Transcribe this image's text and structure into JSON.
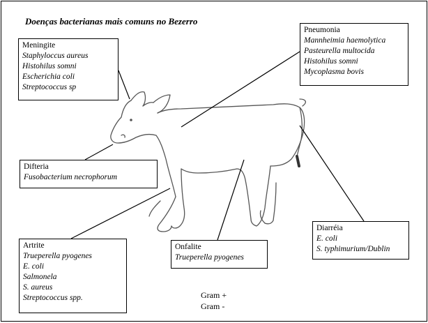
{
  "title": "Doenças bacterianas mais comuns no Bezerro",
  "boxes": {
    "meningite": {
      "label": "Meningite",
      "organisms": [
        "Staphyloccus aureus",
        "Histohilus somni",
        "Escherichia coli",
        "Streptococcus sp"
      ]
    },
    "pneumonia": {
      "label": "Pneumonia",
      "organisms": [
        "Mannheimia haemolytica",
        "Pasteurella multocida",
        "Histohilus somni",
        "Mycoplasma bovis"
      ]
    },
    "difteria": {
      "label": "Difteria",
      "organisms": [
        "Fusobacterium necrophorum"
      ]
    },
    "artrite": {
      "label": "Artrite",
      "organisms": [
        "Trueperella pyogenes",
        "E. coli",
        "Salmonela",
        "S. aureus",
        "Streptococcus spp."
      ]
    },
    "onfalite": {
      "label": "Onfalite",
      "organisms": [
        "Trueperella pyogenes"
      ]
    },
    "diarreia": {
      "label": "Diarréia",
      "organisms": [
        "E. coli",
        "S. typhimurium/Dublin"
      ]
    }
  },
  "legend": {
    "gram_positive": "Gram +",
    "gram_negative": "Gram -"
  },
  "colors": {
    "line": "#000000",
    "calf_outline": "#555555",
    "tail_tip": "#333333"
  }
}
